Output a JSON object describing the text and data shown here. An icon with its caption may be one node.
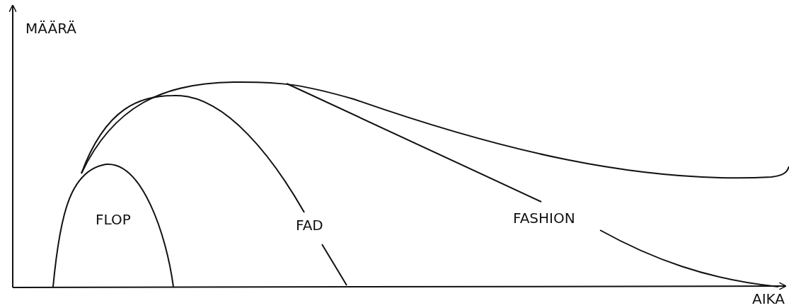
{
  "diagram": {
    "labels": [
      "MÄÄRÄ",
      "FLOP",
      "FAD",
      "FASHION",
      "AIKA"
    ]
  }
}
